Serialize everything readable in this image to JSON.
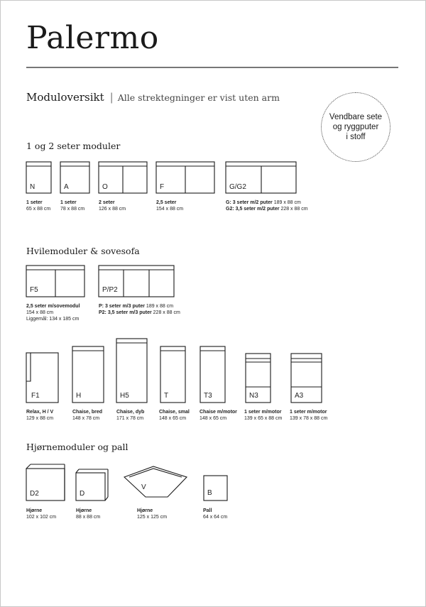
{
  "title": "Palermo",
  "overview": {
    "heading": "Moduloversikt",
    "separator": "|",
    "subtitle": "Alle strektegninger er vist uten arm"
  },
  "badge": {
    "line1": "Vendbare sete",
    "line2": "og ryggputer",
    "line3": "i stoff"
  },
  "sections": {
    "s1": "1 og 2 seter moduler",
    "s2": "Hvilemoduler & sovesofa",
    "s3": "Hjørnemoduler og pall"
  },
  "modules": {
    "N": {
      "label": "N",
      "name": "1 seter",
      "size": "65 x 88 cm"
    },
    "A": {
      "label": "A",
      "name": "1 seter",
      "size": "78 x 88 cm"
    },
    "O": {
      "label": "O",
      "name": "2 seter",
      "size": "126 x 88 cm"
    },
    "F": {
      "label": "F",
      "name": "2,5 seter",
      "size": "154 x 88 cm"
    },
    "GG2": {
      "label": "G/G2",
      "g_name": "G: 3 seter m/2 puter",
      "g_size": "189 x 88 cm",
      "g2_name": "G2: 3,5 seter m/2 puter",
      "g2_size": "228 x 88 cm"
    },
    "F5": {
      "label": "F5",
      "name": "2,5 seter m/sovemodul",
      "size": "154 x 88 cm",
      "extra": "Liggemål: 134 x 185 cm"
    },
    "PP2": {
      "label": "P/P2",
      "p_name": "P: 3 seter m/3 puter",
      "p_size": "189 x 88 cm",
      "p2_name": "P2: 3,5 seter m/3 puter",
      "p2_size": "228 x 88 cm"
    },
    "F1": {
      "label": "F1",
      "name": "Relax, H / V",
      "size": "129 x 88 cm"
    },
    "H": {
      "label": "H",
      "name": "Chaise, bred",
      "size": "148 x 78 cm"
    },
    "H5": {
      "label": "H5",
      "name": "Chaise, dyb",
      "size": "171 x 78 cm"
    },
    "T": {
      "label": "T",
      "name": "Chaise, smal",
      "size": "148 x 65 cm"
    },
    "T3": {
      "label": "T3",
      "name": "Chaise m/motor",
      "size": "148 x 65 cm"
    },
    "N3": {
      "label": "N3",
      "name": "1 seter m/motor",
      "size": "139 x 65 x 88 cm"
    },
    "A3": {
      "label": "A3",
      "name": "1 seter m/motor",
      "size": "139 x 78 x 88 cm"
    },
    "D2": {
      "label": "D2",
      "name": "Hjørne",
      "size": "102 x 102 cm"
    },
    "D": {
      "label": "D",
      "name": "Hjørne",
      "size": "88 x 88 cm"
    },
    "V": {
      "label": "V",
      "name": "Hjørne",
      "size": "125 x 125 cm"
    },
    "B": {
      "label": "B",
      "name": "Pall",
      "size": "64 x 64 cm"
    }
  }
}
